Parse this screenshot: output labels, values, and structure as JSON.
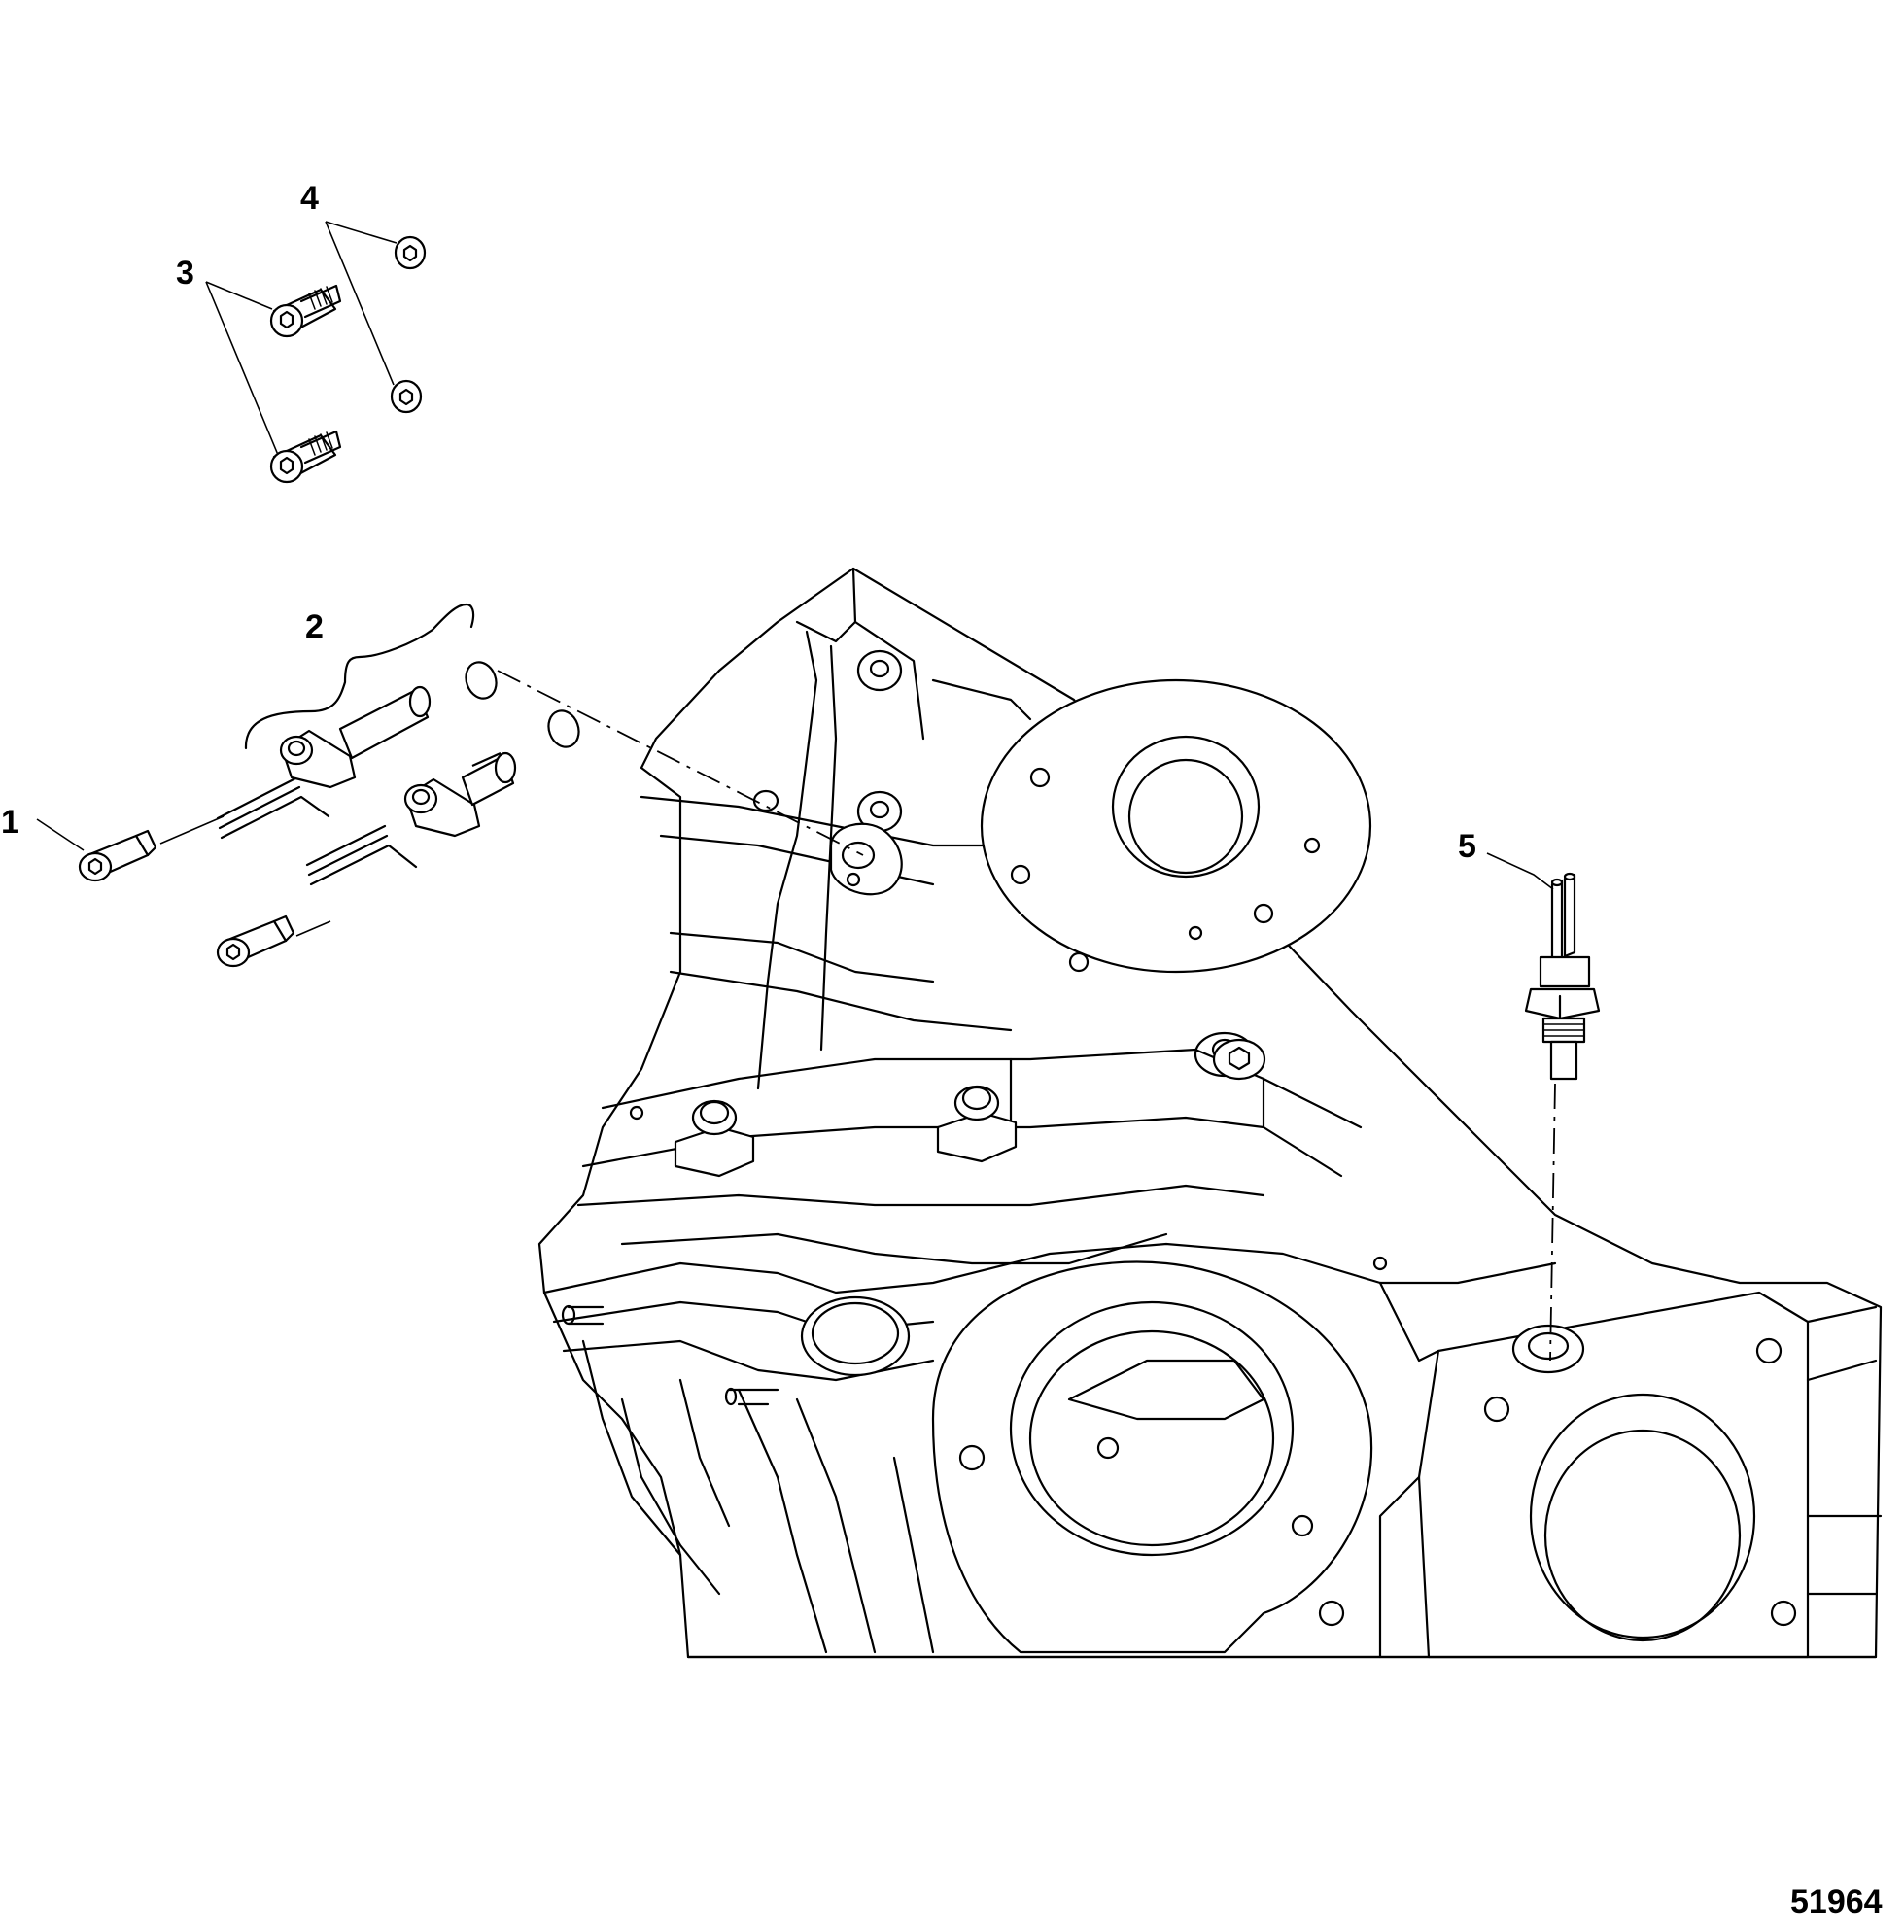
{
  "figure": {
    "callouts": [
      {
        "id": "1",
        "label": "1"
      },
      {
        "id": "2",
        "label": "2"
      },
      {
        "id": "3",
        "label": "3"
      },
      {
        "id": "4",
        "label": "4"
      },
      {
        "id": "5",
        "label": "5"
      }
    ],
    "figure_number": "51964"
  }
}
